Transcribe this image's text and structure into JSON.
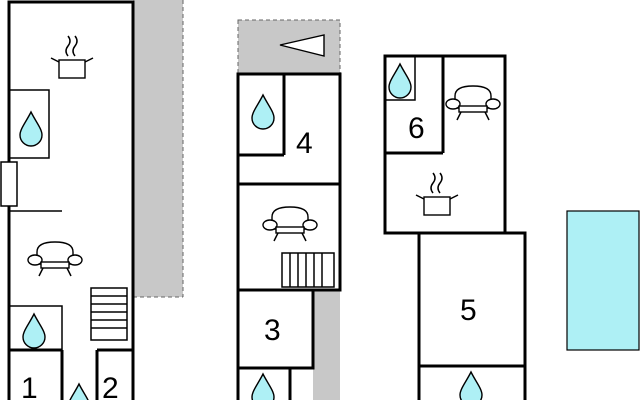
{
  "rooms": [
    {
      "id": "1",
      "label": "1"
    },
    {
      "id": "2",
      "label": "2"
    },
    {
      "id": "3",
      "label": "3"
    },
    {
      "id": "4",
      "label": "4"
    },
    {
      "id": "5",
      "label": "5"
    },
    {
      "id": "6",
      "label": "6"
    }
  ],
  "icons": {
    "water": "water-drop-icon",
    "kitchen": "cooking-pot-icon",
    "living": "sofa-icon",
    "stairs": "stairs-icon",
    "orientation": "arrow-left-icon",
    "pool": "pool"
  },
  "colors": {
    "water": "#aef0f5",
    "terrace": "#c8c8c8",
    "wall": "#000000"
  }
}
